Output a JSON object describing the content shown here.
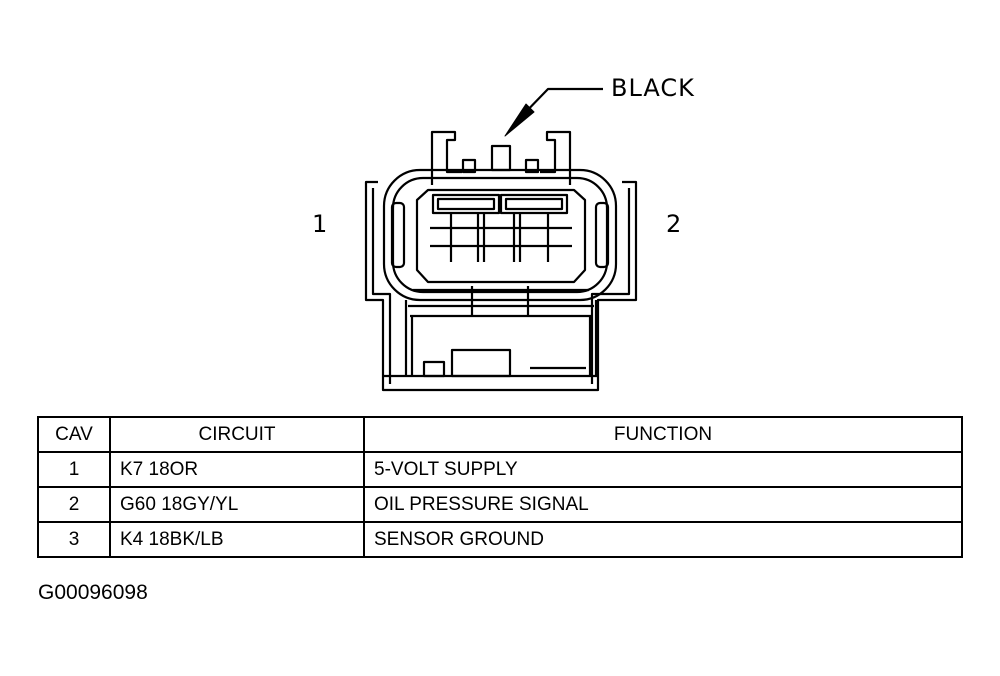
{
  "diagram": {
    "color_callout": "BLACK",
    "cavity_labels": [
      "1",
      "2"
    ]
  },
  "table": {
    "headers": [
      "CAV",
      "CIRCUIT",
      "FUNCTION"
    ],
    "rows": [
      {
        "cav": "1",
        "circuit": "K7 18OR",
        "function": "5-VOLT SUPPLY"
      },
      {
        "cav": "2",
        "circuit": "G60 18GY/YL",
        "function": "OIL PRESSURE SIGNAL"
      },
      {
        "cav": "3",
        "circuit": "K4 18BK/LB",
        "function": "SENSOR GROUND"
      }
    ]
  },
  "figure_id": "G00096098"
}
